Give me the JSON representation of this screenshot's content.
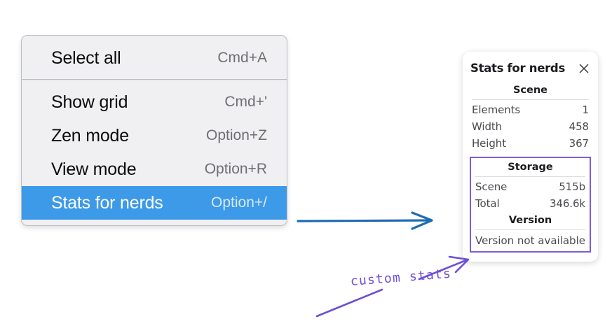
{
  "menu": {
    "name": "context-menu",
    "groups": [
      {
        "name": "selection-group",
        "items": [
          {
            "label": "Select all",
            "shortcut": "Cmd+A",
            "selected": false
          }
        ]
      },
      {
        "name": "view-group",
        "items": [
          {
            "label": "Show grid",
            "shortcut": "Cmd+'",
            "selected": false
          },
          {
            "label": "Zen mode",
            "shortcut": "Option+Z",
            "selected": false
          },
          {
            "label": "View mode",
            "shortcut": "Option+R",
            "selected": false
          },
          {
            "label": "Stats for nerds",
            "shortcut": "Option+/",
            "selected": true
          }
        ]
      }
    ],
    "highlight_color": "#3d9ae8"
  },
  "stats_panel": {
    "title": "Stats for nerds",
    "close_icon": "close-icon",
    "sections": [
      {
        "heading": "Scene",
        "rows": [
          {
            "key": "Elements",
            "value": "1"
          },
          {
            "key": "Width",
            "value": "458"
          },
          {
            "key": "Height",
            "value": "367"
          }
        ]
      },
      {
        "heading": "Storage",
        "rows": [
          {
            "key": "Scene",
            "value": "515b"
          },
          {
            "key": "Total",
            "value": "346.6k"
          }
        ]
      },
      {
        "heading": "Version",
        "note": "Version not available"
      }
    ],
    "highlight_box_color": "#7c5cdb"
  },
  "annotations": {
    "handwriting": "custom stats",
    "handwriting_color": "#6c4fd6",
    "arrow_color": "#1f6cb0"
  }
}
